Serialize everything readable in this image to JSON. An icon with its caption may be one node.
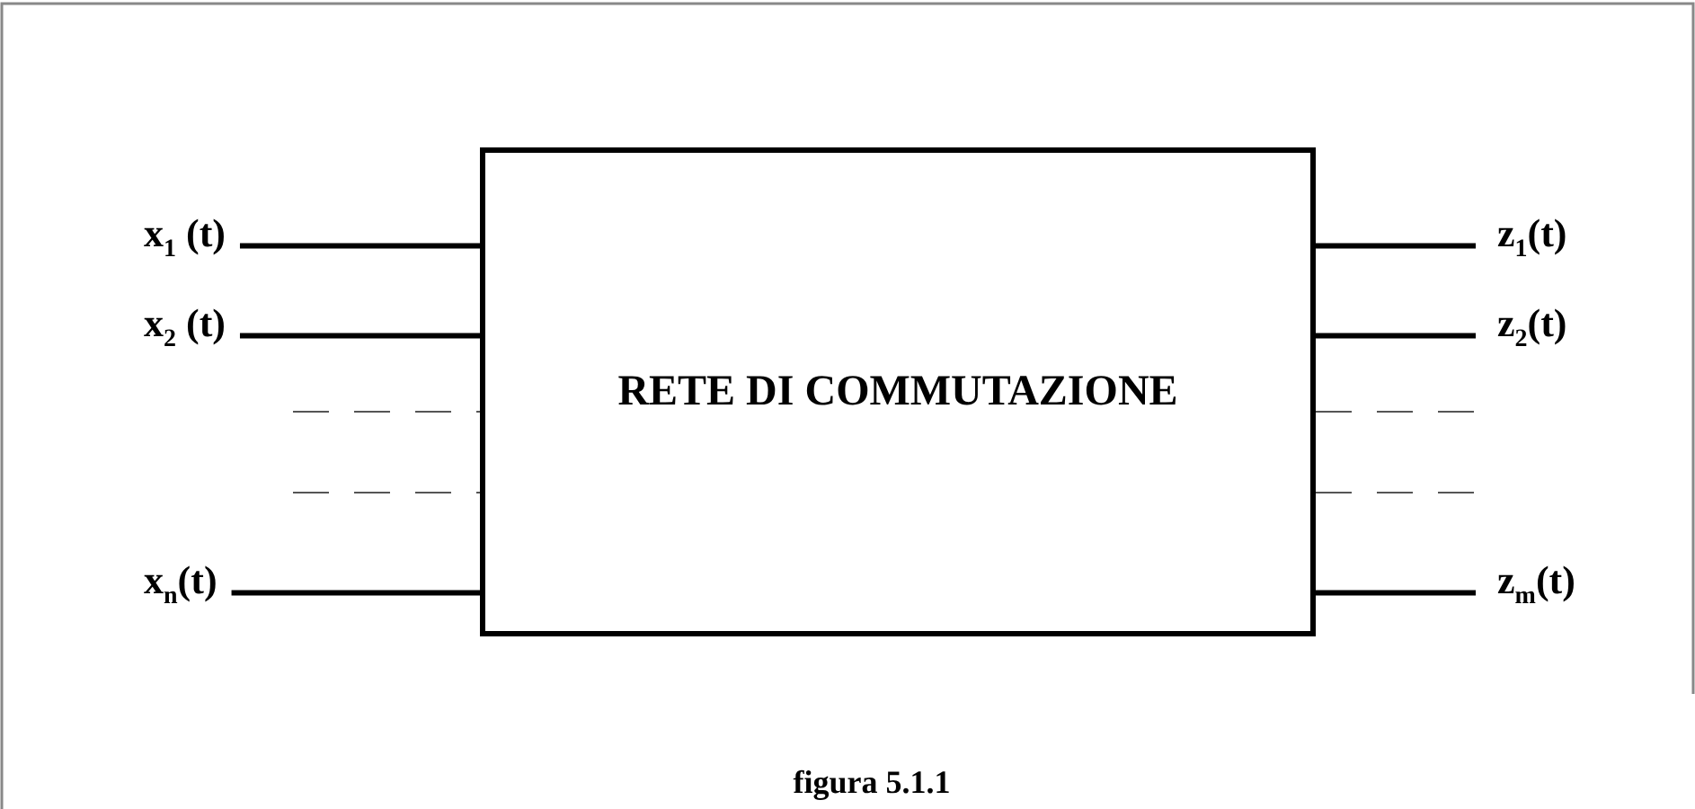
{
  "diagram": {
    "caption": "figura 5.1.1",
    "nodes": [
      {
        "text": [
          "RETE DI COMMUTAZIONE"
        ]
      },
      {
        "text": [
          "x$_{1}$ (t)"
        ]
      },
      {
        "text": [
          "x$_{2}$ (t)"
        ]
      },
      {
        "text": [
          "x$_{n}$(t)"
        ]
      },
      {
        "text": [
          "z$_{1}$(t)"
        ]
      },
      {
        "text": [
          "z$_{2}$(t)"
        ]
      },
      {
        "text": [
          "z$_{m}$(t)"
        ]
      }
    ],
    "edges": [
      {
        "from": 1,
        "to": 0,
        "arrow": "none"
      },
      {
        "from": 2,
        "to": 0,
        "arrow": "none"
      },
      {
        "from": null,
        "to": 0,
        "arrow": "none",
        "style": "dashed"
      },
      {
        "from": null,
        "to": 0,
        "arrow": "none",
        "style": "dashed"
      },
      {
        "from": 3,
        "to": 0,
        "arrow": "none"
      },
      {
        "from": 0,
        "to": 4,
        "arrow": "none"
      },
      {
        "from": 0,
        "to": 5,
        "arrow": "none"
      },
      {
        "from": 0,
        "to": null,
        "arrow": "none",
        "style": "dashed"
      },
      {
        "from": 0,
        "to": null,
        "arrow": "none",
        "style": "dashed"
      },
      {
        "from": 0,
        "to": 6,
        "arrow": "none"
      }
    ]
  }
}
